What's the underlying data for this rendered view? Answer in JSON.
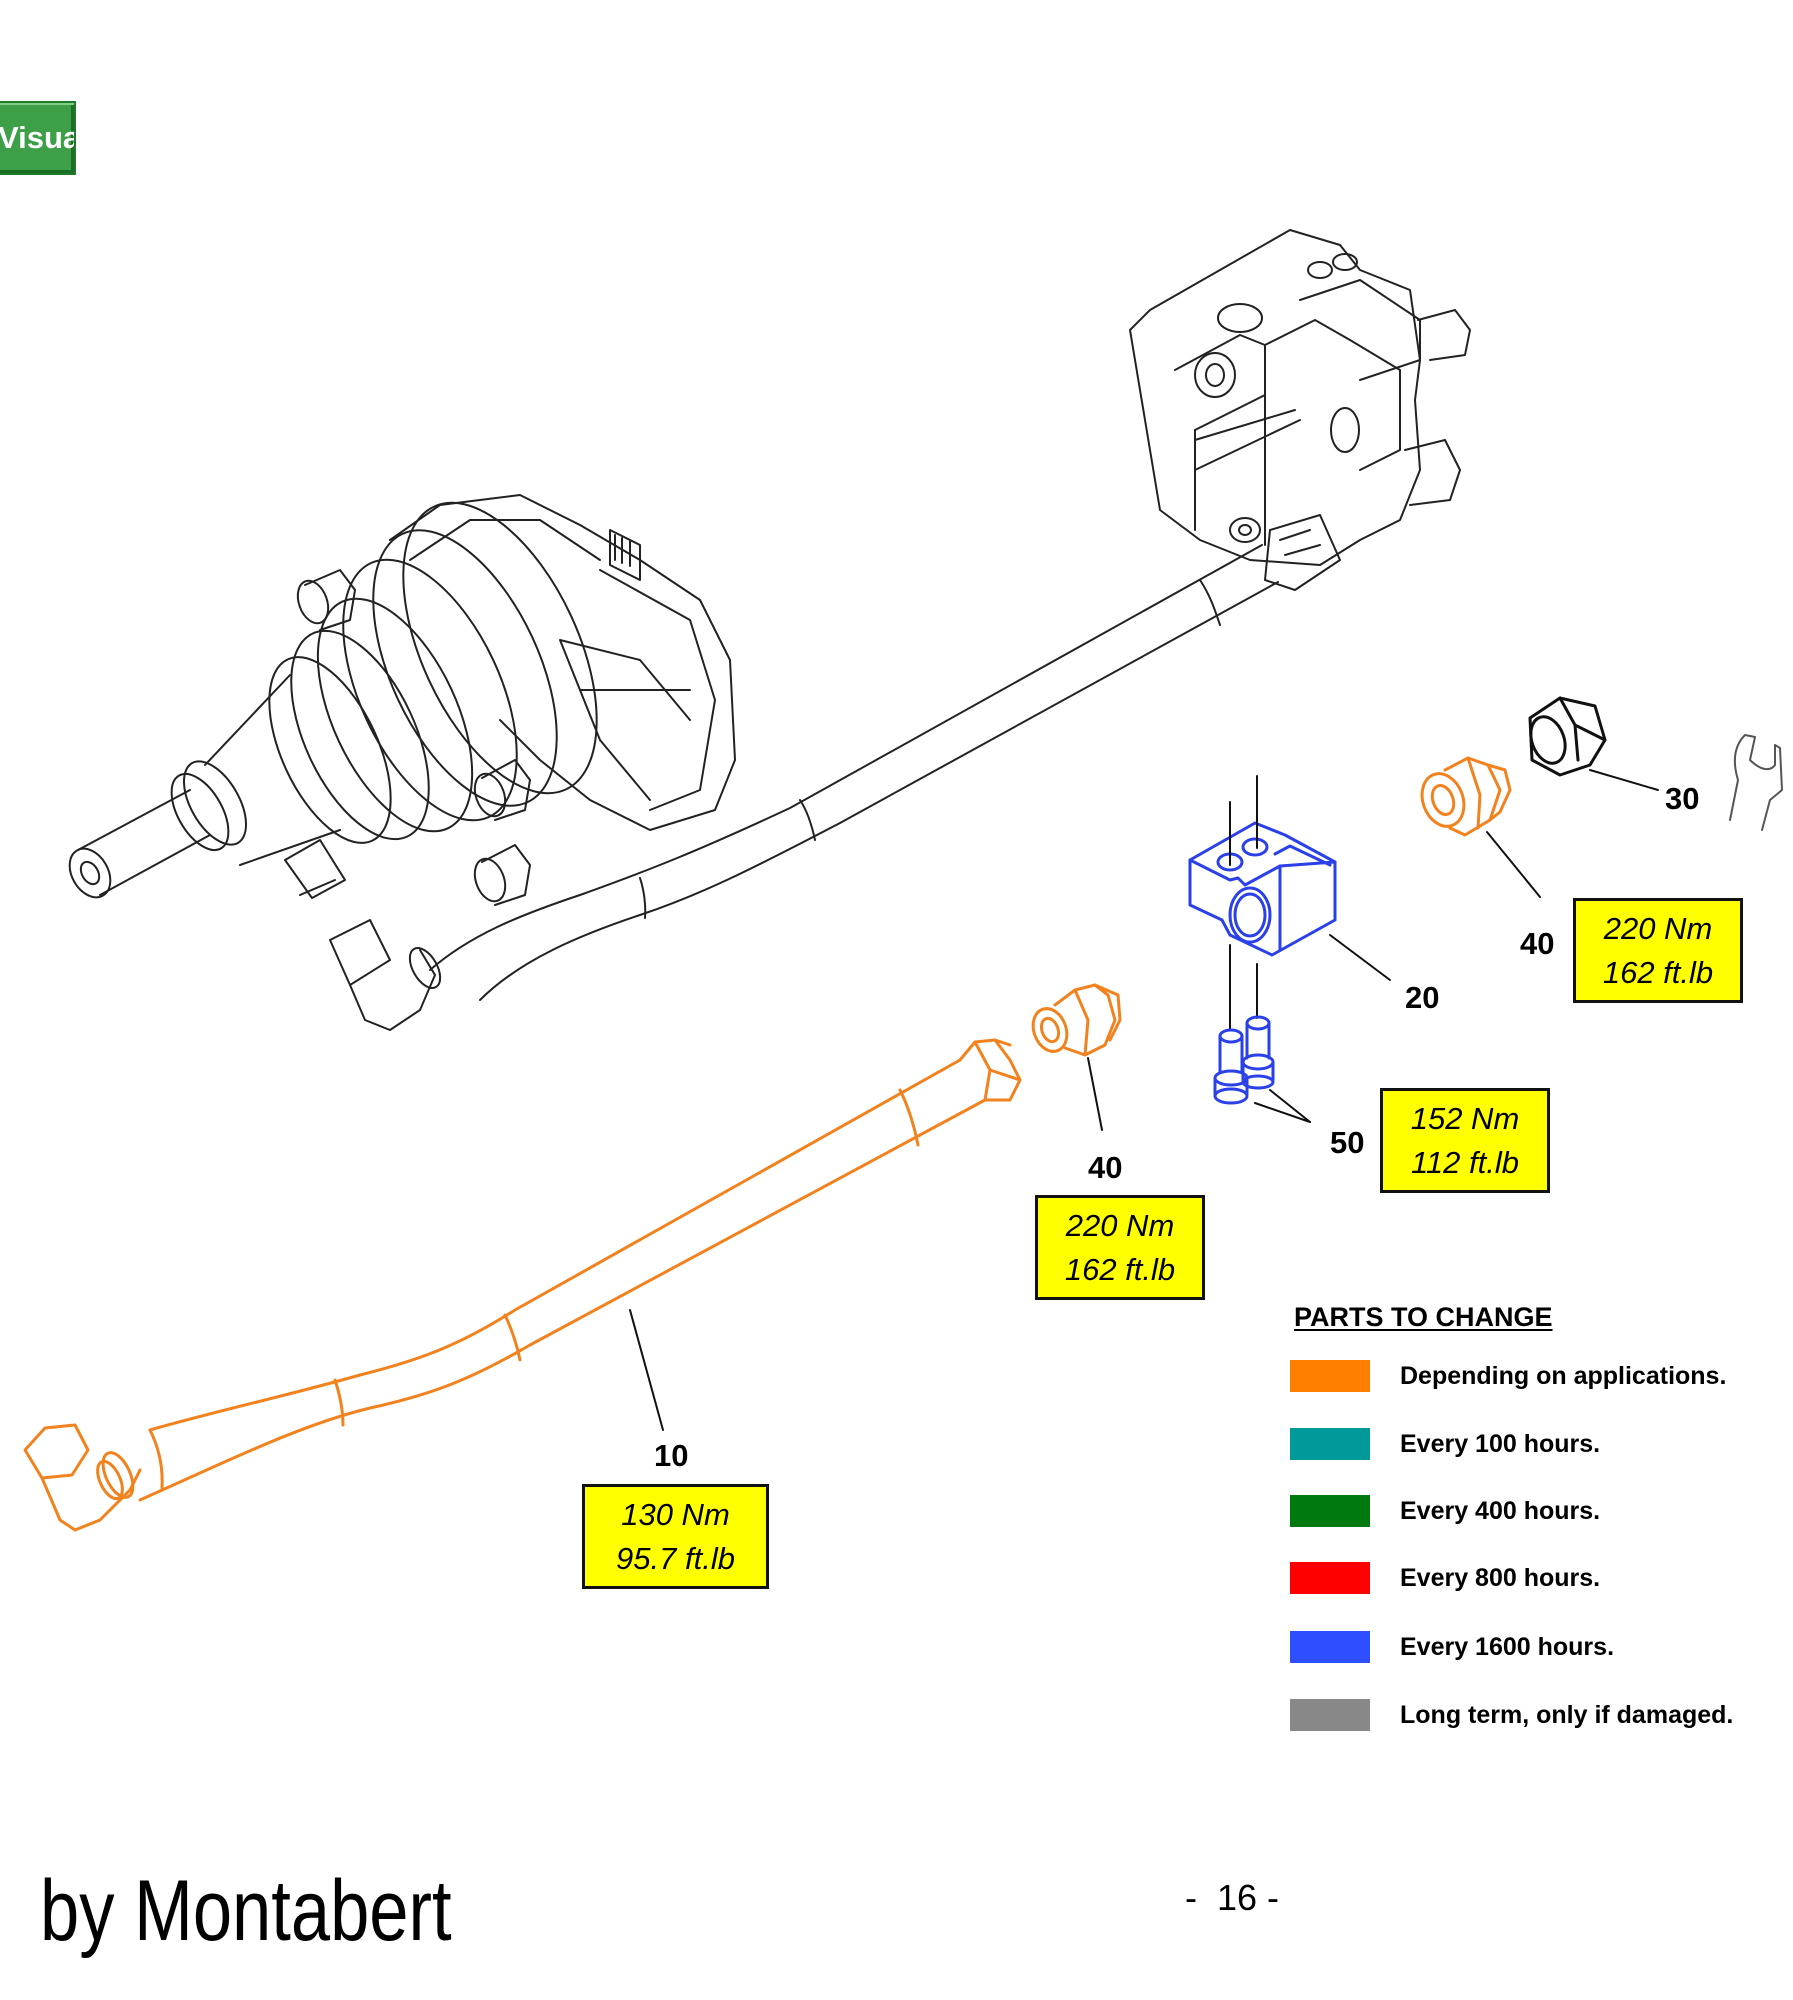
{
  "nav": {
    "button_label": "Visual"
  },
  "callouts": {
    "item_10": "10",
    "item_20": "20",
    "item_30": "30",
    "item_40_right": "40",
    "item_40_center": "40",
    "item_50": "50"
  },
  "torque": {
    "item_40_right": {
      "nm": "220 Nm",
      "ftlb": "162 ft.lb"
    },
    "item_40_center": {
      "nm": "220 Nm",
      "ftlb": "162 ft.lb"
    },
    "item_50": {
      "nm": "152 Nm",
      "ftlb": "112 ft.lb"
    },
    "item_10": {
      "nm": "130 Nm",
      "ftlb": "95.7 ft.lb"
    }
  },
  "legend": {
    "title": "PARTS TO CHANGE",
    "items": [
      {
        "label": "Depending on applications.",
        "color": "#ff7f00"
      },
      {
        "label": "Every 100 hours.",
        "color": "#009a9a"
      },
      {
        "label": "Every 400 hours.",
        "color": "#007a0f"
      },
      {
        "label": "Every 800 hours.",
        "color": "#ff0000"
      },
      {
        "label": "Every 1600 hours.",
        "color": "#2e4fff"
      },
      {
        "label": "Long term, only if damaged.",
        "color": "#888888"
      }
    ]
  },
  "footer": {
    "brand": "by Montabert",
    "page_number": "-  16 -"
  },
  "colors": {
    "orange": "#f2821e",
    "blue": "#2a40e8",
    "line": "#222222",
    "torque_fill": "#ffff00",
    "nav_green": "#3d9f47"
  }
}
